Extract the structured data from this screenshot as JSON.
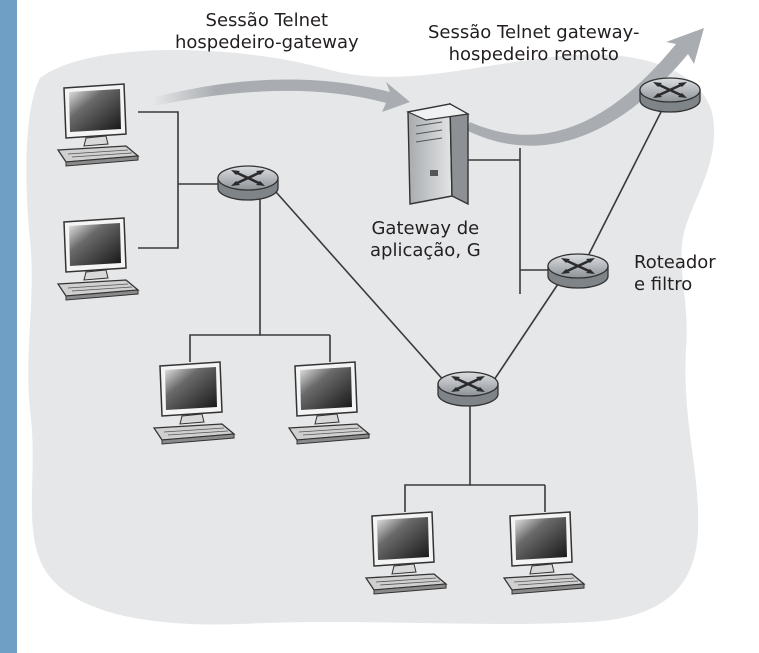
{
  "labels": {
    "telnet_host_gateway": [
      "Sessão Telnet",
      "hospedeiro-gateway"
    ],
    "telnet_gateway_remote": [
      "Sessão Telnet gateway-",
      "hospedeiro remoto"
    ],
    "gateway": [
      "Gateway de",
      "aplicação, G"
    ],
    "router_filter": [
      "Roteador",
      "e filtro"
    ]
  },
  "colors": {
    "background": "#6f9fc5",
    "canvas": "#ffffff",
    "cloud": "#e6e7e8",
    "arrow": "#9ea3a8",
    "link": "#3a3a3a",
    "router": "#b8bcc0"
  },
  "icons": [
    "computer-icon",
    "router-icon",
    "server-icon",
    "arrow-icon"
  ]
}
